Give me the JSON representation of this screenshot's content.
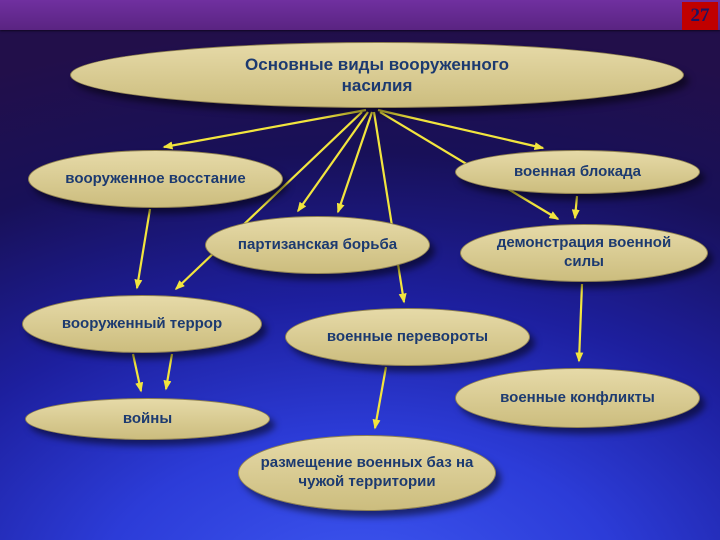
{
  "page": {
    "number": "27"
  },
  "title": "Основные виды вооруженного насилия",
  "nodes": [
    {
      "id": "armed-uprising",
      "label": "вооруженное восстание"
    },
    {
      "id": "military-blockade",
      "label": "военная блокада"
    },
    {
      "id": "partisan-struggle",
      "label": "партизанская борьба"
    },
    {
      "id": "force-demonstration",
      "label": "демонстрация военной силы"
    },
    {
      "id": "armed-terror",
      "label": "вооруженный террор"
    },
    {
      "id": "military-coups",
      "label": "военные перевороты"
    },
    {
      "id": "wars",
      "label": "войны"
    },
    {
      "id": "military-conflicts",
      "label": "военные конфликты"
    },
    {
      "id": "foreign-bases",
      "label": "размещение военных баз на чужой территории"
    }
  ],
  "colors": {
    "topbar": "#7030a0",
    "page_badge": "#c00000",
    "page_badge_text": "#1b1464",
    "node_fill_light": "#e6daa8",
    "node_fill_dark": "#ccbd7e",
    "node_text": "#1c3a70",
    "arrow": "#f2e53e"
  }
}
